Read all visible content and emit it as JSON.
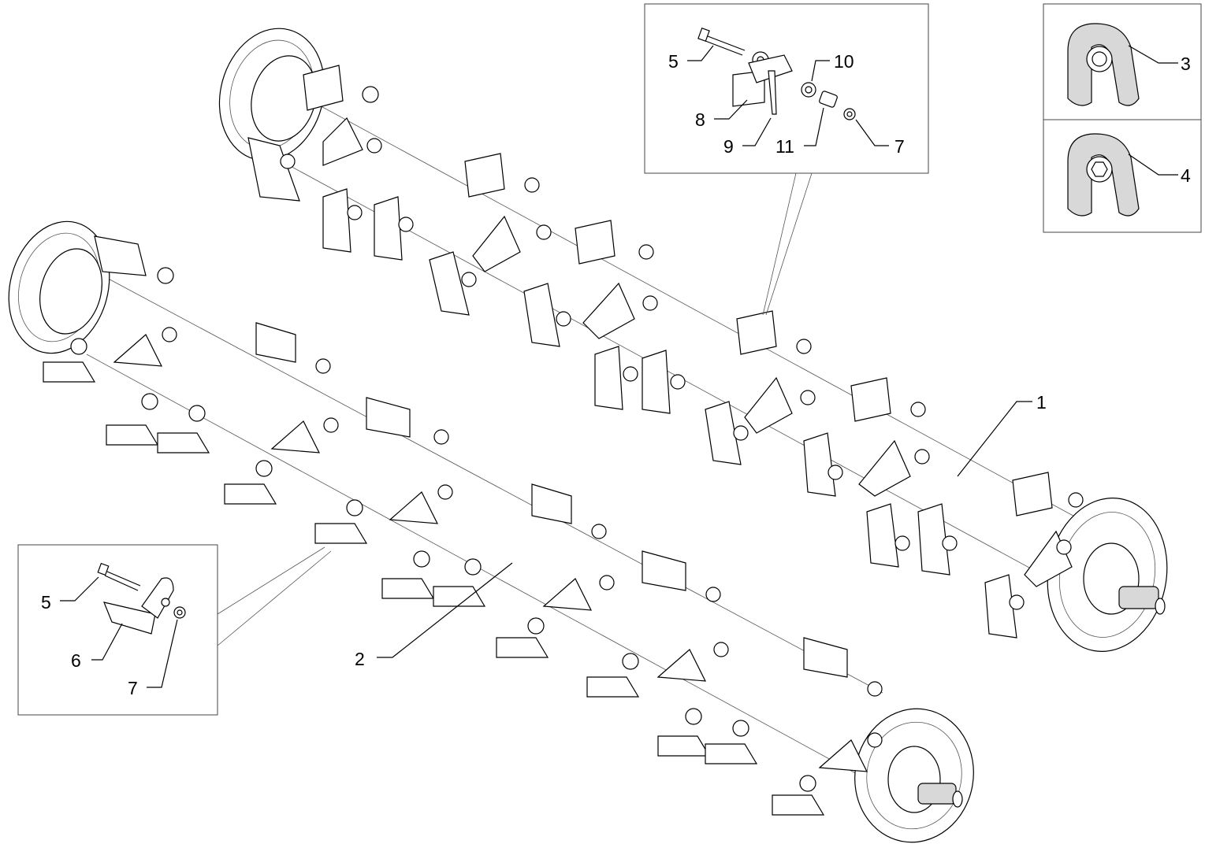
{
  "diagram": {
    "callouts": {
      "c1": "1",
      "c2": "2",
      "c3": "3",
      "c4": "4",
      "top_5": "5",
      "top_7": "7",
      "top_8": "8",
      "top_9": "9",
      "top_10": "10",
      "top_11": "11",
      "bottom_5": "5",
      "bottom_6": "6",
      "bottom_7": "7"
    },
    "colors": {
      "line": "#000000",
      "fill": "#ffffff",
      "shade": "#d8d8d8"
    }
  }
}
